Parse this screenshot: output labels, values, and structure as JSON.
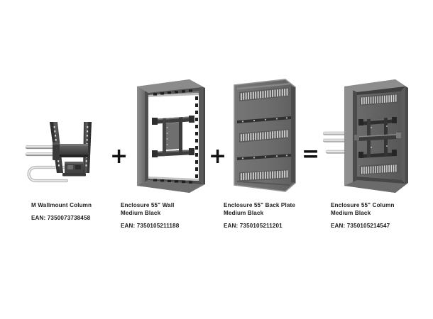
{
  "diagram": {
    "type": "product-assembly-equation",
    "background": "#ffffff",
    "operators": [
      {
        "symbol": "+",
        "name": "plus-operator-1"
      },
      {
        "symbol": "+",
        "name": "plus-operator-2"
      },
      {
        "symbol": "=",
        "name": "equals-operator"
      }
    ]
  },
  "products": [
    {
      "id": "wallmount-column",
      "title": "M Wallmount Column",
      "subtitle": "",
      "ean_label": "EAN: 7350073738458",
      "icon": "wallmount-column-bracket"
    },
    {
      "id": "enclosure-wall",
      "title": "Enclosure 55\" Wall",
      "subtitle": "Medium Black",
      "ean_label": "EAN: 7350105211188",
      "icon": "enclosure-wall-frame"
    },
    {
      "id": "enclosure-back-plate",
      "title": "Enclosure 55\" Back Plate",
      "subtitle": "Medium Black",
      "ean_label": "EAN: 7350105211201",
      "icon": "enclosure-back-plate"
    },
    {
      "id": "enclosure-column",
      "title": "Enclosure 55\" Column",
      "subtitle": "Medium Black",
      "ean_label": "EAN: 7350105214547",
      "icon": "enclosure-column-assembled"
    }
  ],
  "colors": {
    "text": "#1b1b1b",
    "operator": "#111111",
    "metal_light": "#9a9a9a",
    "metal_mid": "#6e6e6e",
    "metal_dark": "#4a4a4a",
    "metal_darkest": "#2b2b2b",
    "vent_slot": "#d8d8d8",
    "background": "#ffffff"
  }
}
